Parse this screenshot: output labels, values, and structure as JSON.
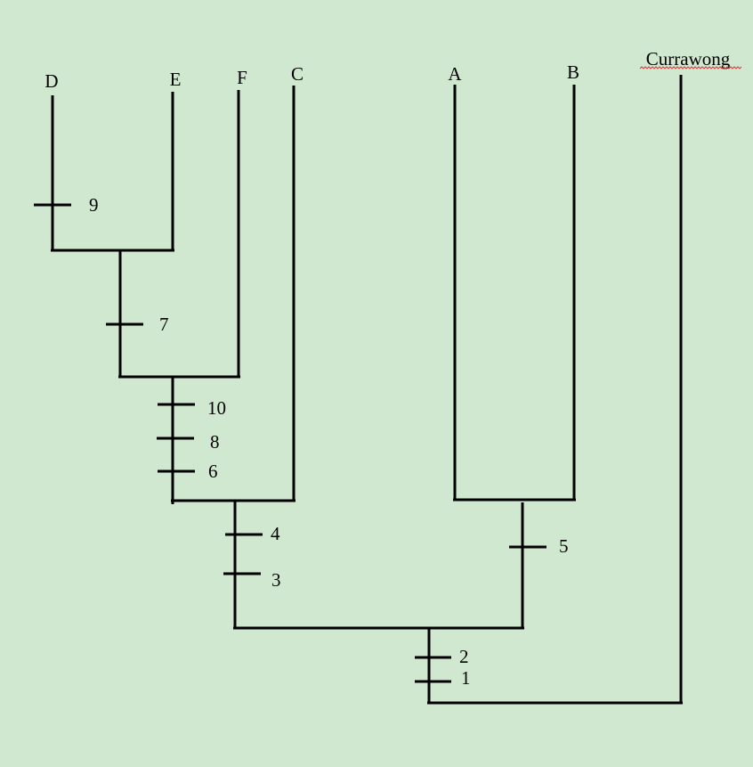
{
  "background_color": "#d0e8cf",
  "line_color": "#000000",
  "spellcheck_color": "#d83a3a",
  "taxa": {
    "D": "D",
    "E": "E",
    "F": "F",
    "C": "C",
    "A": "A",
    "B": "B",
    "outgroup": "Currawong"
  },
  "characters": {
    "c1": "1",
    "c2": "2",
    "c3": "3",
    "c4": "4",
    "c5": "5",
    "c6": "6",
    "c7": "7",
    "c8": "8",
    "c9": "9",
    "c10": "10"
  }
}
